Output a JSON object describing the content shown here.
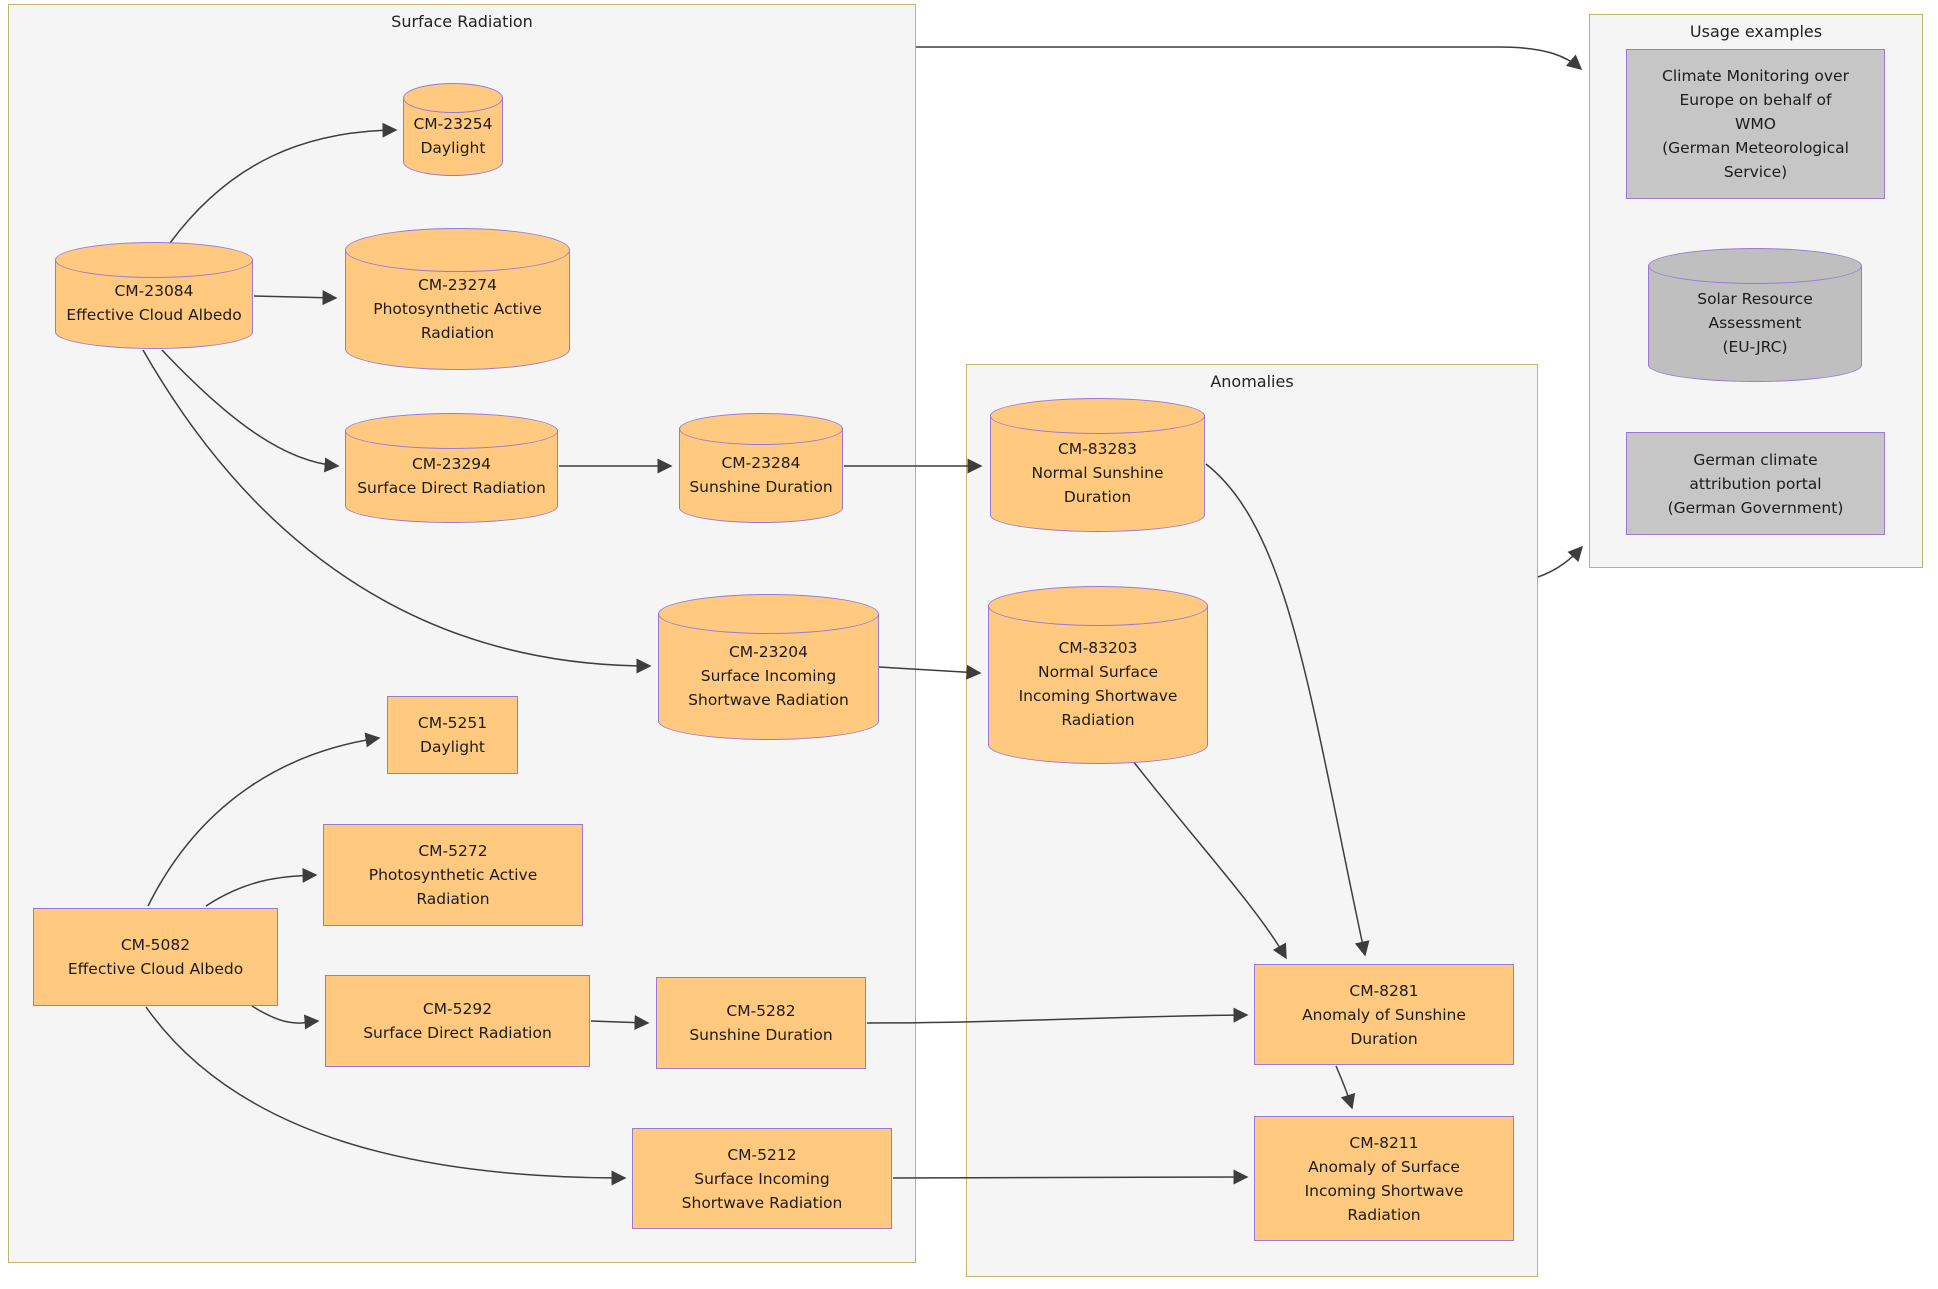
{
  "diagram": {
    "clusters": {
      "surface_radiation": {
        "label": "Surface Radiation"
      },
      "anomalies": {
        "label": "Anomalies"
      },
      "usage_examples": {
        "label": "Usage examples"
      }
    },
    "nodes": {
      "cm23254": {
        "shape": "cylinder",
        "label": "CM-23254\nDaylight"
      },
      "cm23274": {
        "shape": "cylinder",
        "label": "CM-23274\nPhotosynthetic Active\nRadiation"
      },
      "cm23084": {
        "shape": "cylinder",
        "label": "CM-23084\nEffective Cloud Albedo"
      },
      "cm23294": {
        "shape": "cylinder",
        "label": "CM-23294\nSurface Direct Radiation"
      },
      "cm23284": {
        "shape": "cylinder",
        "label": "CM-23284\nSunshine Duration"
      },
      "cm23204": {
        "shape": "cylinder",
        "label": "CM-23204\nSurface Incoming\nShortwave Radiation"
      },
      "cm83283": {
        "shape": "cylinder",
        "label": "CM-83283\nNormal Sunshine\nDuration"
      },
      "cm83203": {
        "shape": "cylinder",
        "label": "CM-83203\nNormal Surface\nIncoming Shortwave\nRadiation"
      },
      "cm5251": {
        "shape": "box",
        "label": "CM-5251\nDaylight"
      },
      "cm5272": {
        "shape": "box",
        "label": "CM-5272\nPhotosynthetic Active\nRadiation"
      },
      "cm5082": {
        "shape": "box",
        "label": "CM-5082\nEffective Cloud Albedo"
      },
      "cm5292": {
        "shape": "box",
        "label": "CM-5292\nSurface Direct Radiation"
      },
      "cm5282": {
        "shape": "box",
        "label": "CM-5282\nSunshine Duration"
      },
      "cm5212": {
        "shape": "box",
        "label": "CM-5212\nSurface Incoming\nShortwave Radiation"
      },
      "cm8281": {
        "shape": "box",
        "label": "CM-8281\nAnomaly of Sunshine\nDuration"
      },
      "cm8211": {
        "shape": "box",
        "label": "CM-8211\nAnomaly of Surface\nIncoming Shortwave\nRadiation"
      },
      "usage_climate": {
        "shape": "box",
        "label": "Climate Monitoring over\nEurope on behalf of\nWMO\n(German Meteorological\nService)"
      },
      "usage_solar": {
        "shape": "cylinder",
        "label": "Solar Resource\nAssessment\n(EU-JRC)"
      },
      "usage_portal": {
        "shape": "box",
        "label": "German climate\nattribution portal\n(German Government)"
      }
    },
    "edges": [
      {
        "from": "CM-23084",
        "to": "CM-23254"
      },
      {
        "from": "CM-23084",
        "to": "CM-23274"
      },
      {
        "from": "CM-23084",
        "to": "CM-23294"
      },
      {
        "from": "CM-23084",
        "to": "CM-23204"
      },
      {
        "from": "CM-23294",
        "to": "CM-23284"
      },
      {
        "from": "CM-23284",
        "to": "CM-83283"
      },
      {
        "from": "CM-23204",
        "to": "CM-83203"
      },
      {
        "from": "CM-5082",
        "to": "CM-5251"
      },
      {
        "from": "CM-5082",
        "to": "CM-5272"
      },
      {
        "from": "CM-5082",
        "to": "CM-5292"
      },
      {
        "from": "CM-5082",
        "to": "CM-5212"
      },
      {
        "from": "CM-5292",
        "to": "CM-5282"
      },
      {
        "from": "CM-5282",
        "to": "CM-8281"
      },
      {
        "from": "CM-5212",
        "to": "CM-8211"
      },
      {
        "from": "CM-83283",
        "to": "CM-8281"
      },
      {
        "from": "CM-83203",
        "to": "CM-8281"
      },
      {
        "from": "CM-8281",
        "to": "CM-8211"
      },
      {
        "from": "Surface Radiation",
        "to": "Usage examples"
      },
      {
        "from": "Anomalies",
        "to": "Usage examples"
      }
    ],
    "colors": {
      "node_fill_orange": "#ffca80",
      "node_fill_gray_box": "#c6c6c6",
      "node_fill_gray_cylinder": "#bfbfbf",
      "node_border": "#9879d9",
      "cluster_fill": "#f5f5f5",
      "cluster_border": "#bdb76b",
      "edge": "#3d3d3d",
      "text": "#1c1c1c"
    }
  }
}
